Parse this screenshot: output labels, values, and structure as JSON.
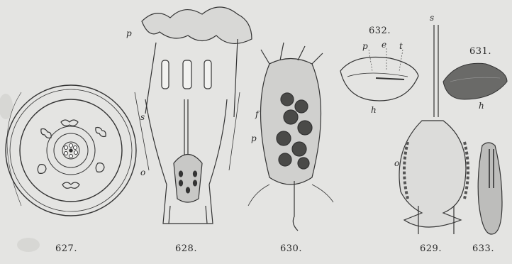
{
  "figures": {
    "f627": "627.",
    "f628": "628.",
    "f630": "630.",
    "f629": "629.",
    "f633": "633.",
    "f632": "632.",
    "f631": "631."
  },
  "letters": {
    "p628": "p",
    "s628": "s",
    "o627": "o",
    "f630": "f",
    "p630": "p",
    "p632": "p",
    "e632": "e",
    "t632": "t",
    "h632": "h",
    "s629": "s",
    "o629": "o",
    "h631": "h"
  }
}
